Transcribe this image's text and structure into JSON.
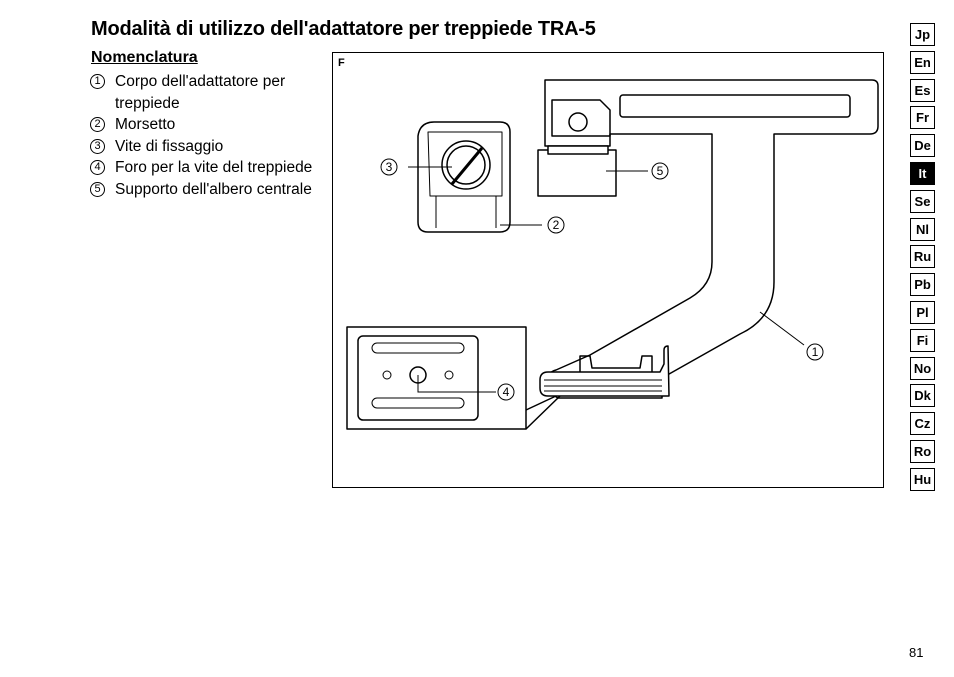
{
  "page": {
    "title": "Modalità di utilizzo dell'adattatore per treppiede TRA-5",
    "subtitle": "Nomenclatura",
    "page_number": "81"
  },
  "parts": [
    {
      "num": "1",
      "label": "Corpo dell'adattatore per treppiede"
    },
    {
      "num": "2",
      "label": "Morsetto"
    },
    {
      "num": "3",
      "label": "Vite di fissaggio"
    },
    {
      "num": "4",
      "label": "Foro per la vite del treppiede"
    },
    {
      "num": "5",
      "label": "Supporto dell'albero centrale"
    }
  ],
  "figure": {
    "label": "F",
    "callouts": [
      "1",
      "2",
      "3",
      "4",
      "5"
    ]
  },
  "languages": [
    {
      "code": "Jp",
      "active": false
    },
    {
      "code": "En",
      "active": false
    },
    {
      "code": "Es",
      "active": false
    },
    {
      "code": "Fr",
      "active": false
    },
    {
      "code": "De",
      "active": false
    },
    {
      "code": "It",
      "active": true
    },
    {
      "code": "Se",
      "active": false
    },
    {
      "code": "Nl",
      "active": false
    },
    {
      "code": "Ru",
      "active": false
    },
    {
      "code": "Pb",
      "active": false
    },
    {
      "code": "Pl",
      "active": false
    },
    {
      "code": "Fi",
      "active": false
    },
    {
      "code": "No",
      "active": false
    },
    {
      "code": "Dk",
      "active": false
    },
    {
      "code": "Cz",
      "active": false
    },
    {
      "code": "Ro",
      "active": false
    },
    {
      "code": "Hu",
      "active": false
    }
  ],
  "colors": {
    "ink": "#000000",
    "paper": "#ffffff",
    "active_tab_bg": "#000000",
    "active_tab_text": "#ffffff"
  }
}
